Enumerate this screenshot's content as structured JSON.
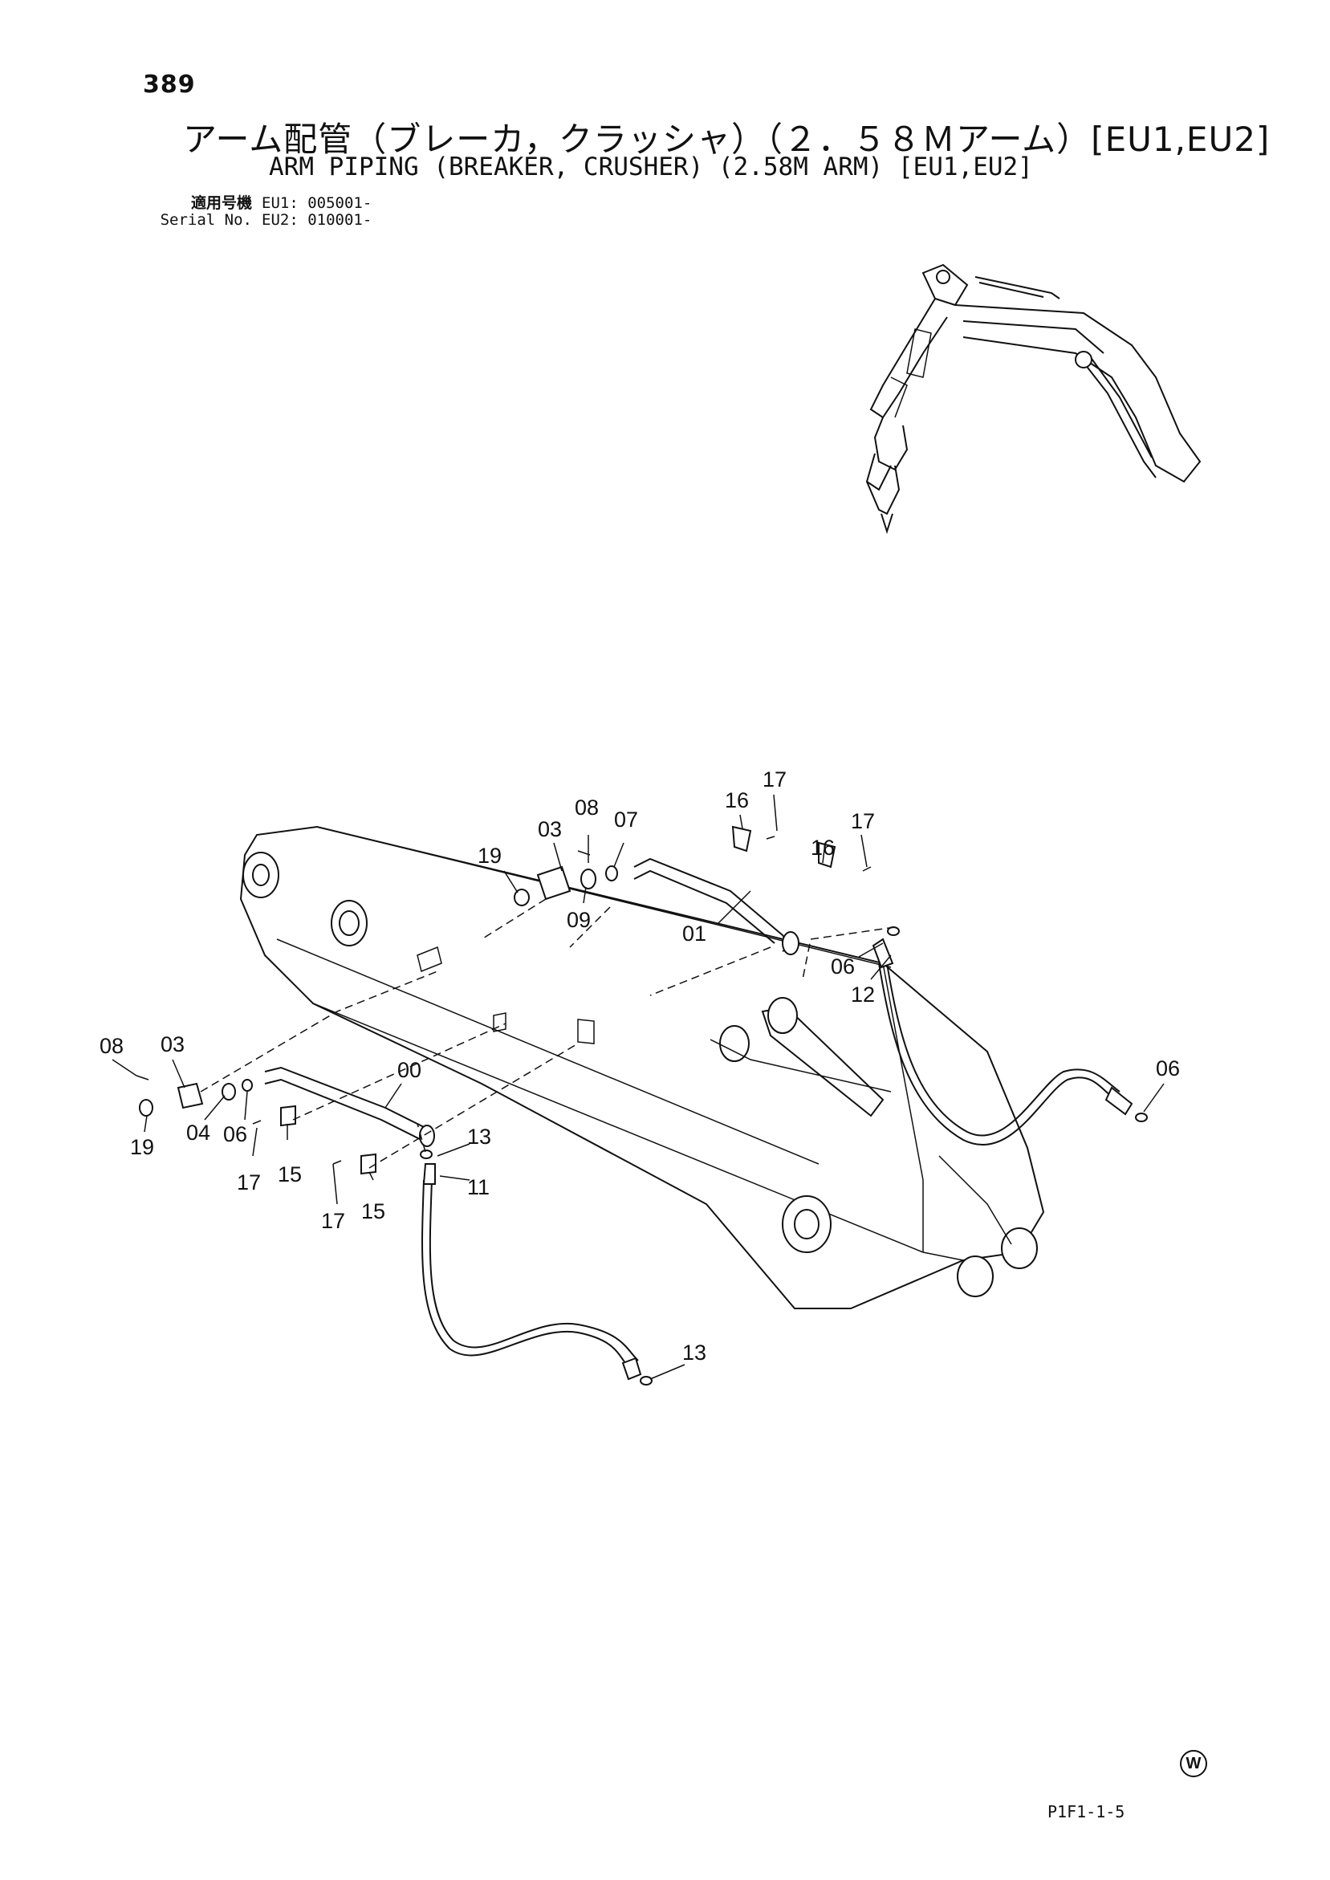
{
  "header": {
    "page_number": "389",
    "title_jp": "アーム配管（ブレーカ，クラッシャ）（２．５８Ｍアーム）[EU1,EU2]",
    "title_en": "ARM PIPING (BREAKER, CRUSHER) (2.58M ARM) [EU1,EU2]",
    "serial_label_jp": "適用号機",
    "serial_label_en": "Serial No.",
    "serial_eu1": "EU1: 005001-",
    "serial_eu2": "EU2: 010001-"
  },
  "callouts": {
    "c08_top": "08",
    "c03_top": "03",
    "c07": "07",
    "c19_top": "19",
    "c09": "09",
    "c16_a": "16",
    "c17_a": "17",
    "c17_b": "17",
    "c16_b": "16",
    "c01": "01",
    "c06_a": "06",
    "c12": "12",
    "c06_b": "06",
    "c08_left": "08",
    "c03_left": "03",
    "c00": "00",
    "c19_left": "19",
    "c04": "04",
    "c06_c": "06",
    "c17_c": "17",
    "c15_a": "15",
    "c13_a": "13",
    "c11": "11",
    "c17_d": "17",
    "c15_b": "15",
    "c13_b": "13"
  },
  "footer": {
    "mark": "W",
    "code": "P1F1-1-5"
  }
}
